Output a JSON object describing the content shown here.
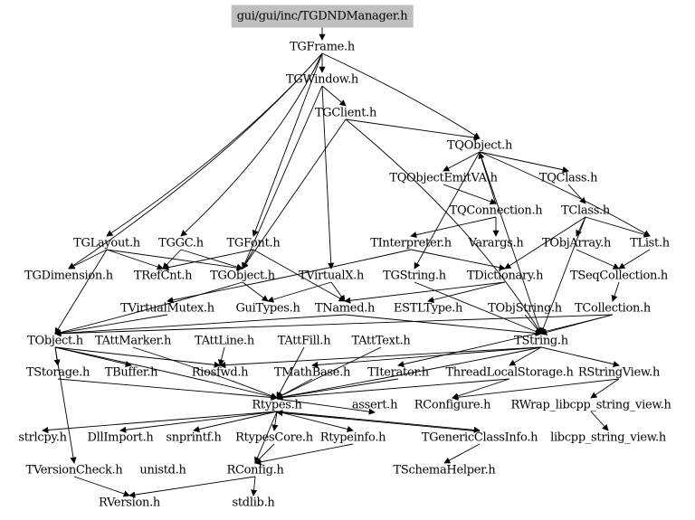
{
  "root": {
    "id": "TGDNDManager",
    "label": "gui/gui/inc/TGDNDManager.h"
  },
  "nodes": [
    {
      "id": "TGFrame",
      "label": "TGFrame.h"
    },
    {
      "id": "TGWindow",
      "label": "TGWindow.h"
    },
    {
      "id": "TGClient",
      "label": "TGClient.h"
    },
    {
      "id": "TQObject",
      "label": "TQObject.h"
    },
    {
      "id": "TQObjectEmitVA",
      "label": "TQObjectEmitVA.h"
    },
    {
      "id": "TQClass",
      "label": "TQClass.h"
    },
    {
      "id": "TQConnection",
      "label": "TQConnection.h"
    },
    {
      "id": "TClass",
      "label": "TClass.h"
    },
    {
      "id": "TGLayout",
      "label": "TGLayout.h"
    },
    {
      "id": "TGGC",
      "label": "TGGC.h"
    },
    {
      "id": "TGFont",
      "label": "TGFont.h"
    },
    {
      "id": "TInterpreter",
      "label": "TInterpreter.h"
    },
    {
      "id": "Varargs",
      "label": "Varargs.h"
    },
    {
      "id": "TObjArray",
      "label": "TObjArray.h"
    },
    {
      "id": "TList",
      "label": "TList.h"
    },
    {
      "id": "TGDimension",
      "label": "TGDimension.h"
    },
    {
      "id": "TRefCnt",
      "label": "TRefCnt.h"
    },
    {
      "id": "TGObject",
      "label": "TGObject.h"
    },
    {
      "id": "TVirtualX",
      "label": "TVirtualX.h"
    },
    {
      "id": "TGString",
      "label": "TGString.h"
    },
    {
      "id": "TDictionary",
      "label": "TDictionary.h"
    },
    {
      "id": "TSeqCollection",
      "label": "TSeqCollection.h"
    },
    {
      "id": "TVirtualMutex",
      "label": "TVirtualMutex.h"
    },
    {
      "id": "GuiTypes",
      "label": "GuiTypes.h"
    },
    {
      "id": "TNamed",
      "label": "TNamed.h"
    },
    {
      "id": "ESTLType",
      "label": "ESTLType.h"
    },
    {
      "id": "TObjString",
      "label": "TObjString.h"
    },
    {
      "id": "TCollection",
      "label": "TCollection.h"
    },
    {
      "id": "TObject",
      "label": "TObject.h"
    },
    {
      "id": "TAttMarker",
      "label": "TAttMarker.h"
    },
    {
      "id": "TAttLine",
      "label": "TAttLine.h"
    },
    {
      "id": "TAttFill",
      "label": "TAttFill.h"
    },
    {
      "id": "TAttText",
      "label": "TAttText.h"
    },
    {
      "id": "TString",
      "label": "TString.h"
    },
    {
      "id": "TStorage",
      "label": "TStorage.h"
    },
    {
      "id": "TBuffer",
      "label": "TBuffer.h"
    },
    {
      "id": "Riosfwd",
      "label": "Riosfwd.h"
    },
    {
      "id": "TMathBase",
      "label": "TMathBase.h"
    },
    {
      "id": "TIterator",
      "label": "TIterator.h"
    },
    {
      "id": "ThreadLocalStorage",
      "label": "ThreadLocalStorage.h"
    },
    {
      "id": "RStringView",
      "label": "RStringView.h"
    },
    {
      "id": "Rtypes",
      "label": "Rtypes.h"
    },
    {
      "id": "assert",
      "label": "assert.h"
    },
    {
      "id": "RConfigure",
      "label": "RConfigure.h"
    },
    {
      "id": "RWrap",
      "label": "RWrap_libcpp_string_view.h"
    },
    {
      "id": "strlcpy",
      "label": "strlcpy.h"
    },
    {
      "id": "DllImport",
      "label": "DllImport.h"
    },
    {
      "id": "snprintf",
      "label": "snprintf.h"
    },
    {
      "id": "RtypesCore",
      "label": "RtypesCore.h"
    },
    {
      "id": "Rtypeinfo",
      "label": "Rtypeinfo.h"
    },
    {
      "id": "TGenericClassInfo",
      "label": "TGenericClassInfo.h"
    },
    {
      "id": "libcpp",
      "label": "libcpp_string_view.h"
    },
    {
      "id": "TVersionCheck",
      "label": "TVersionCheck.h"
    },
    {
      "id": "unistd",
      "label": "unistd.h"
    },
    {
      "id": "RConfig",
      "label": "RConfig.h"
    },
    {
      "id": "TSchemaHelper",
      "label": "TSchemaHelper.h"
    },
    {
      "id": "RVersion",
      "label": "RVersion.h"
    },
    {
      "id": "stdlib",
      "label": "stdlib.h"
    }
  ],
  "edges": [
    [
      "TGDNDManager",
      "TGFrame"
    ],
    [
      "TGFrame",
      "TGWindow"
    ],
    [
      "TGFrame",
      "TGLayout"
    ],
    [
      "TGFrame",
      "TGGC"
    ],
    [
      "TGFrame",
      "TGFont"
    ],
    [
      "TGFrame",
      "TGDimension"
    ],
    [
      "TGFrame",
      "TQObject"
    ],
    [
      "TGWindow",
      "TGClient"
    ],
    [
      "TGWindow",
      "TGObject"
    ],
    [
      "TGWindow",
      "TVirtualX"
    ],
    [
      "TGClient",
      "TQObject"
    ],
    [
      "TGClient",
      "TGObject"
    ],
    [
      "TGClient",
      "TString"
    ],
    [
      "TQObject",
      "TQObjectEmitVA"
    ],
    [
      "TQObject",
      "TQClass"
    ],
    [
      "TQObject",
      "TList"
    ],
    [
      "TQObject",
      "TString"
    ],
    [
      "TQObject",
      "TGString"
    ],
    [
      "TQObjectEmitVA",
      "TQConnection"
    ],
    [
      "TQConnection",
      "TInterpreter"
    ],
    [
      "TQConnection",
      "Varargs"
    ],
    [
      "TQConnection",
      "TQObject"
    ],
    [
      "TQClass",
      "TClass"
    ],
    [
      "TClass",
      "TObjArray"
    ],
    [
      "TClass",
      "TList"
    ],
    [
      "TClass",
      "TDictionary"
    ],
    [
      "TClass",
      "TString"
    ],
    [
      "TGLayout",
      "TGDimension"
    ],
    [
      "TGLayout",
      "TRefCnt"
    ],
    [
      "TGLayout",
      "TGObject"
    ],
    [
      "TGLayout",
      "TObject"
    ],
    [
      "TGGC",
      "TGObject"
    ],
    [
      "TGGC",
      "TRefCnt"
    ],
    [
      "TGFont",
      "TGObject"
    ],
    [
      "TGFont",
      "TRefCnt"
    ],
    [
      "TGFont",
      "TNamed"
    ],
    [
      "TInterpreter",
      "TDictionary"
    ],
    [
      "TInterpreter",
      "TVirtualMutex"
    ],
    [
      "TObjArray",
      "TSeqCollection"
    ],
    [
      "TList",
      "TSeqCollection"
    ],
    [
      "TGObject",
      "GuiTypes"
    ],
    [
      "TGObject",
      "TObject"
    ],
    [
      "TVirtualX",
      "GuiTypes"
    ],
    [
      "TVirtualX",
      "TNamed"
    ],
    [
      "TGString",
      "TString"
    ],
    [
      "TDictionary",
      "TNamed"
    ],
    [
      "TDictionary",
      "ESTLType"
    ],
    [
      "TSeqCollection",
      "TCollection"
    ],
    [
      "TVirtualMutex",
      "TObject"
    ],
    [
      "TNamed",
      "TObject"
    ],
    [
      "TNamed",
      "TString"
    ],
    [
      "TObjString",
      "TString"
    ],
    [
      "TCollection",
      "TObject"
    ],
    [
      "TCollection",
      "TString"
    ],
    [
      "TCollection",
      "TIterator"
    ],
    [
      "TObject",
      "TStorage"
    ],
    [
      "TObject",
      "TBuffer"
    ],
    [
      "TObject",
      "Riosfwd"
    ],
    [
      "TObject",
      "Rtypes"
    ],
    [
      "TObject",
      "TVersionCheck"
    ],
    [
      "TAttMarker",
      "Rtypes"
    ],
    [
      "TAttLine",
      "Riosfwd"
    ],
    [
      "TAttFill",
      "Rtypes"
    ],
    [
      "TAttText",
      "Rtypes"
    ],
    [
      "TString",
      "Riosfwd"
    ],
    [
      "TString",
      "TMathBase"
    ],
    [
      "TString",
      "RStringView"
    ],
    [
      "TString",
      "Rtypes"
    ],
    [
      "TString",
      "ThreadLocalStorage"
    ],
    [
      "TStorage",
      "Rtypes"
    ],
    [
      "TMathBase",
      "Rtypes"
    ],
    [
      "TIterator",
      "Rtypes"
    ],
    [
      "ThreadLocalStorage",
      "Rtypes"
    ],
    [
      "ThreadLocalStorage",
      "RConfigure"
    ],
    [
      "RStringView",
      "RConfigure"
    ],
    [
      "RStringView",
      "RWrap"
    ],
    [
      "RWrap",
      "libcpp"
    ],
    [
      "Rtypes",
      "strlcpy"
    ],
    [
      "Rtypes",
      "DllImport"
    ],
    [
      "Rtypes",
      "snprintf"
    ],
    [
      "Rtypes",
      "RtypesCore"
    ],
    [
      "Rtypes",
      "Rtypeinfo"
    ],
    [
      "Rtypes",
      "TGenericClassInfo"
    ],
    [
      "Rtypes",
      "RConfig"
    ],
    [
      "Rtypes",
      "assert"
    ],
    [
      "TGenericClassInfo",
      "TSchemaHelper"
    ],
    [
      "TGenericClassInfo",
      "Rtypes"
    ],
    [
      "RtypesCore",
      "RConfig"
    ],
    [
      "Rtypeinfo",
      "RConfig"
    ],
    [
      "TVersionCheck",
      "RVersion"
    ],
    [
      "RConfig",
      "RVersion"
    ],
    [
      "RConfig",
      "stdlib"
    ]
  ]
}
